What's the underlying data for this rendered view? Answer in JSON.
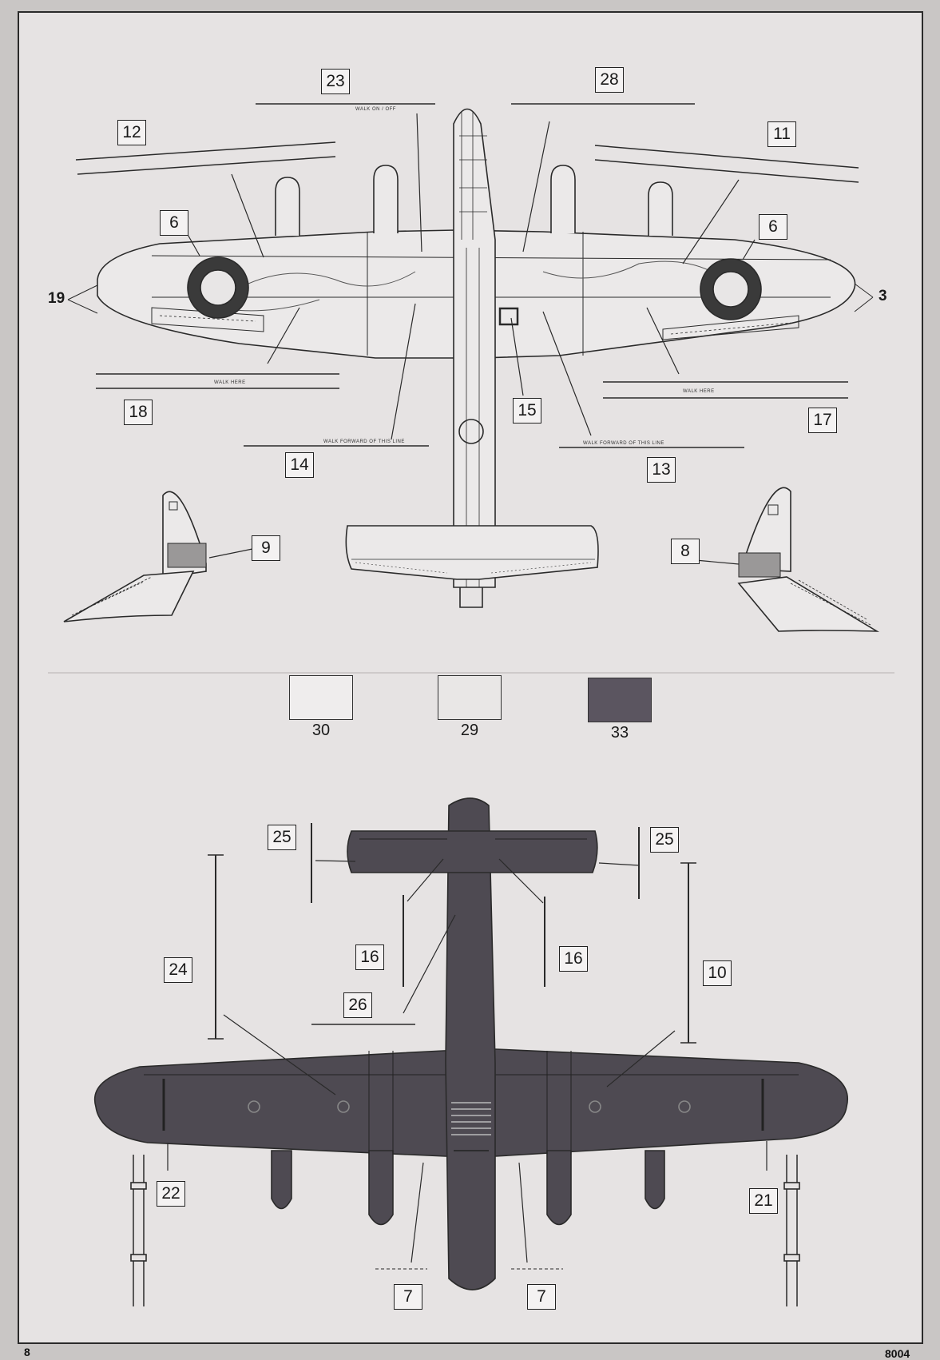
{
  "colors": {
    "paper": "#e6e3e3",
    "ink": "#1e1e1e",
    "swatch_30": "#efeded",
    "swatch_29": "#e9e7e6",
    "swatch_33": "#5b5560",
    "underside_paint": "#4e4a52"
  },
  "upper_view": {
    "markers": {
      "m23": "23",
      "m28": "28",
      "m12": "12",
      "m11": "11",
      "m6_left": "6",
      "m6_right": "6",
      "m19": "19",
      "m3": "3",
      "m18": "18",
      "m17": "17",
      "m15": "15",
      "m14": "14",
      "m13": "13",
      "m9": "9",
      "m8": "8"
    },
    "stencils": {
      "walk_forward": "WALK FORWARD OF THIS LINE",
      "walk_here": "WALK HERE"
    }
  },
  "color_swatches": [
    {
      "number": "30",
      "color": "#efeded"
    },
    {
      "number": "29",
      "color": "#e9e7e6"
    },
    {
      "number": "33",
      "color": "#5b5560"
    }
  ],
  "lower_view": {
    "markers": {
      "m25_left": "25",
      "m25_right": "25",
      "m24": "24",
      "m10": "10",
      "m16_left": "16",
      "m16_right": "16",
      "m26": "26",
      "m22": "22",
      "m21": "21",
      "m7_left": "7",
      "m7_right": "7"
    }
  },
  "footer": {
    "page_number": "8",
    "kit_number": "8004"
  }
}
